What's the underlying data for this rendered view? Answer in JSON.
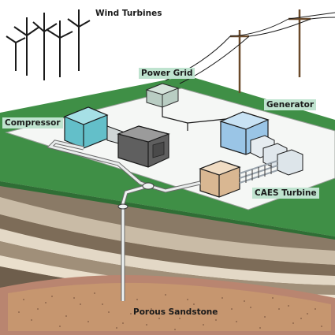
{
  "diagram": {
    "labels": {
      "wind_turbines": "Wind Turbines",
      "power_grid": "Power Grid",
      "generator": "Generator",
      "compressor": "Compressor",
      "caes_turbine": "CAES Turbine",
      "porous_sandstone": "Porous Sandstone"
    }
  }
}
